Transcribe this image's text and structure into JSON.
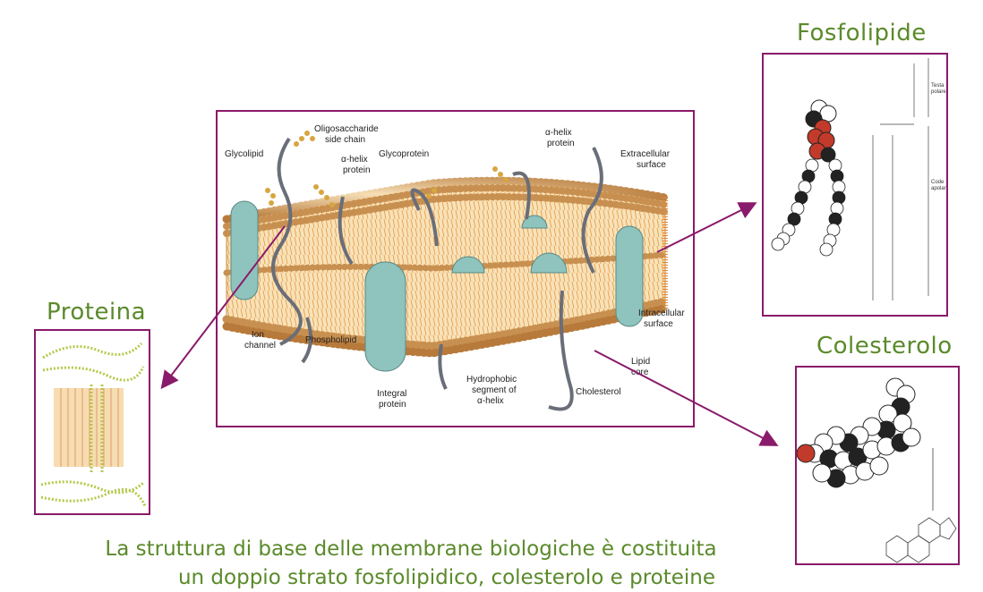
{
  "titles": {
    "fosfolipide": "Fosfolipide",
    "proteina": "Proteina",
    "colesterolo": "Colesterolo"
  },
  "membrane_labels": {
    "glycolipid": "Glycolipid",
    "oligo_1": "Oligosaccharide",
    "oligo_2": "side chain",
    "glycoprotein": "Glycoprotein",
    "ahelix_left_1": "α-helix",
    "ahelix_left_2": "protein",
    "ahelix_top_1": "α-helix",
    "ahelix_top_2": "protein",
    "extracellular_1": "Extracellular",
    "extracellular_2": "surface",
    "intracellular_1": "Intracellular",
    "intracellular_2": "surface",
    "ion_channel_1": "Ion",
    "ion_channel_2": "channel",
    "phospholipid": "Phospholipid",
    "integral_1": "Integral",
    "integral_2": "protein",
    "hydrophobic_1": "Hydrophobic",
    "hydrophobic_2": "segment of",
    "hydrophobic_3": "α-helix",
    "cholesterol": "Cholesterol",
    "lipid_core_1": "Lipid",
    "lipid_core_2": "core"
  },
  "phospholipid_labels": {
    "testa_1": "Testa",
    "testa_2": "polare",
    "code_1": "Code",
    "code_2": "apolari"
  },
  "caption": {
    "line1": "La struttura di base delle membrane biologiche è costituita",
    "line2": "un doppio strato fosfolipidico, colesterolo e proteine"
  },
  "colors": {
    "frame": "#8a1a6a",
    "title": "#5a8a2a",
    "arrow": "#8a1a6a",
    "protein": "#8fc3bd",
    "head": "#d9a86a",
    "tail": "#f5d7a0",
    "oxygen": "#c23a2a"
  }
}
